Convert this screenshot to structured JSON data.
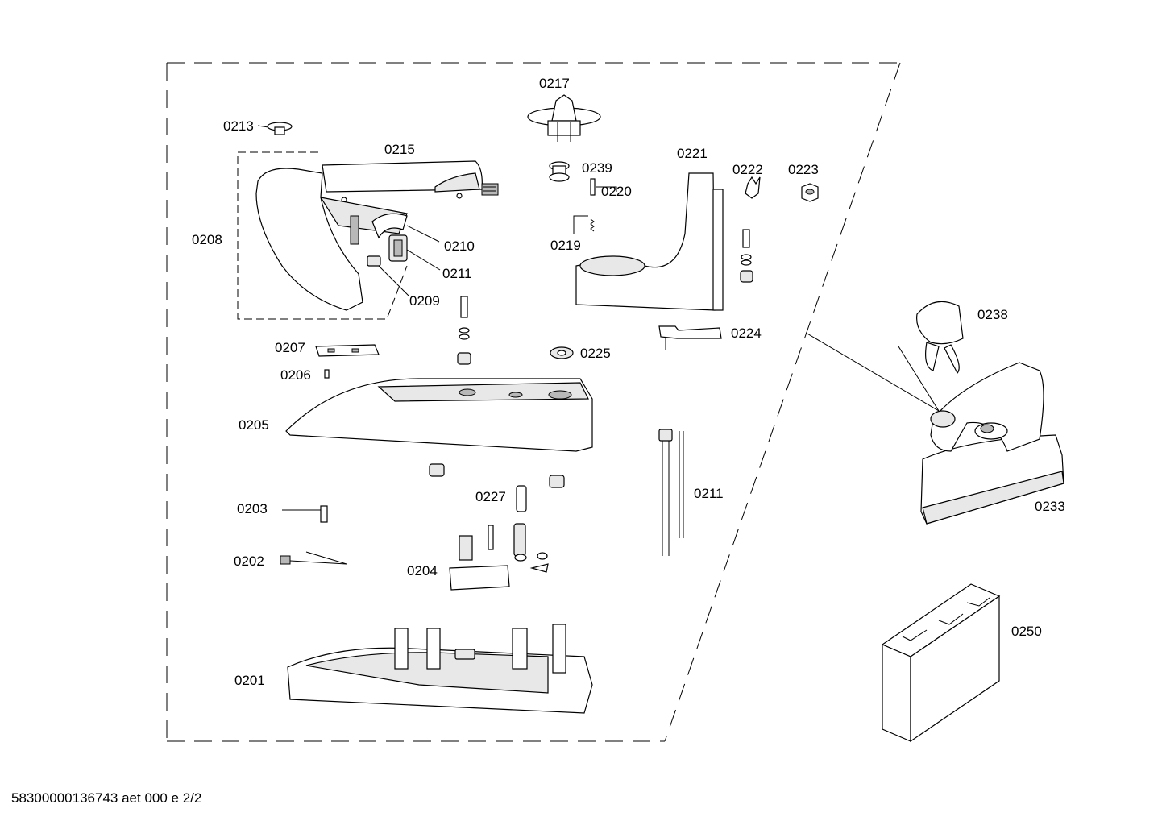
{
  "diagram": {
    "labels": {
      "p0213": "0213",
      "p0215": "0215",
      "p0217": "0217",
      "p0239": "0239",
      "p0220": "0220",
      "p0219": "0219",
      "p0221": "0221",
      "p0222": "0222",
      "p0223": "0223",
      "p0208": "0208",
      "p0210": "0210",
      "p0211a": "0211",
      "p0209": "0209",
      "p0207": "0207",
      "p0206": "0206",
      "p0225": "0225",
      "p0224": "0224",
      "p0205": "0205",
      "p0238": "0238",
      "p0233": "0233",
      "p0203": "0203",
      "p0227": "0227",
      "p0211b": "0211",
      "p0202": "0202",
      "p0204": "0204",
      "p0201": "0201",
      "p0250": "0250"
    }
  },
  "footer": {
    "document_code": "58300000136743 aet 000 e 2/2"
  }
}
